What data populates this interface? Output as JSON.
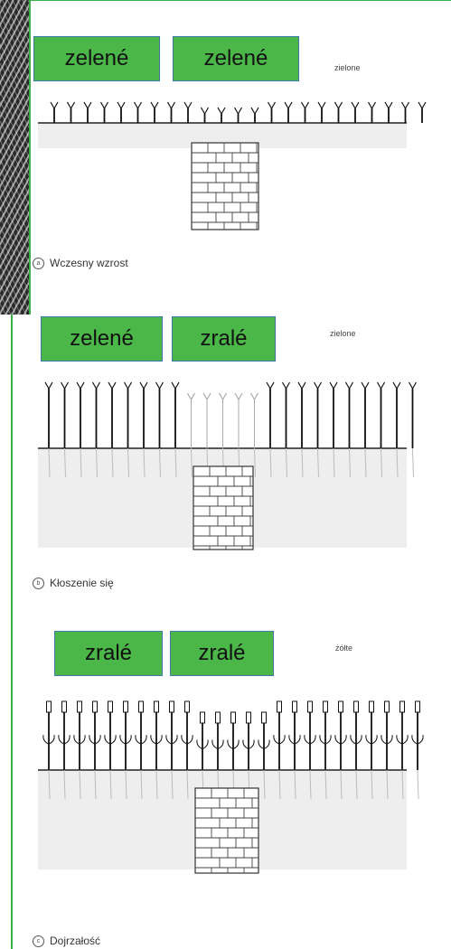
{
  "panels": [
    {
      "boxes": [
        "zelené",
        "zelené"
      ],
      "polish": "zielone",
      "marker": "a",
      "caption": "Wczesny wzrost"
    },
    {
      "boxes": [
        "zelené",
        "zralé"
      ],
      "polish": "zielone",
      "marker": "b",
      "caption": "Kłoszenie się"
    },
    {
      "boxes": [
        "zralé",
        "zralé"
      ],
      "polish": "żółte",
      "marker": "c",
      "caption": "Dojrzałość"
    }
  ],
  "colors": {
    "label_box": "#4cb749",
    "frame": "#39b04a"
  }
}
